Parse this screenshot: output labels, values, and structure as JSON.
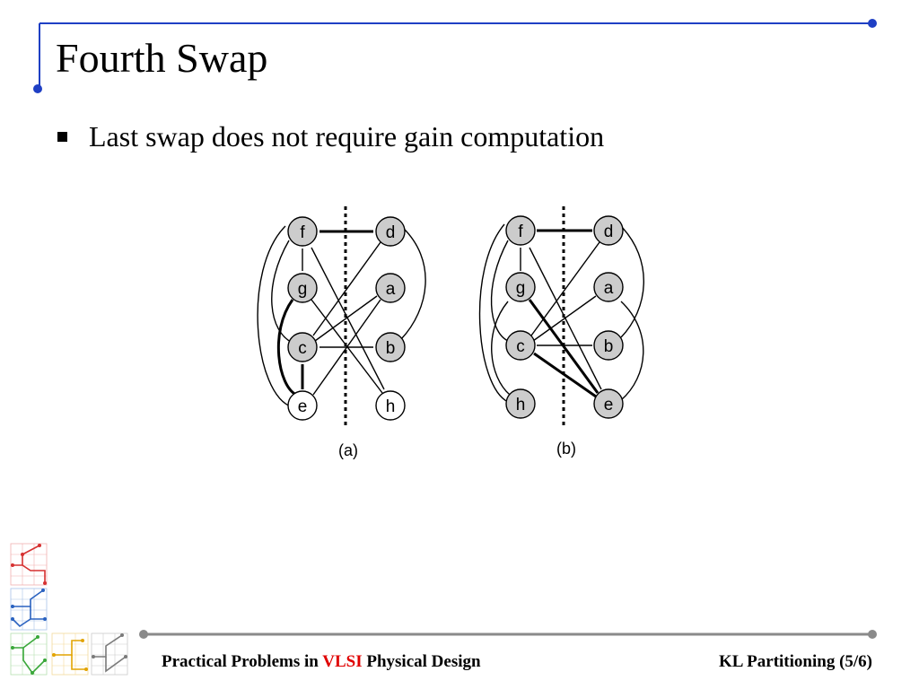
{
  "slide": {
    "title": "Fourth Swap",
    "bullets": [
      "Last swap does not require gain computation"
    ]
  },
  "footer": {
    "left_prefix": "Practical Problems in ",
    "left_highlight": "VLSI",
    "left_suffix": " Physical Design",
    "right": "KL Partitioning (5/6)"
  },
  "colors": {
    "accent_blue": "#1f3fc4",
    "footer_line_gray": "#8a8a8a",
    "node_fill_gray": "#cccccc",
    "vlsi_red": "#e00000"
  },
  "diagrams": [
    {
      "caption": "(a)",
      "nodes": [
        {
          "label": "f",
          "shaded": true
        },
        {
          "label": "d",
          "shaded": true
        },
        {
          "label": "g",
          "shaded": true
        },
        {
          "label": "a",
          "shaded": true
        },
        {
          "label": "c",
          "shaded": true
        },
        {
          "label": "b",
          "shaded": true
        },
        {
          "label": "e",
          "shaded": false
        },
        {
          "label": "h",
          "shaded": false
        }
      ]
    },
    {
      "caption": "(b)",
      "nodes": [
        {
          "label": "f",
          "shaded": true
        },
        {
          "label": "d",
          "shaded": true
        },
        {
          "label": "g",
          "shaded": true
        },
        {
          "label": "a",
          "shaded": true
        },
        {
          "label": "c",
          "shaded": true
        },
        {
          "label": "b",
          "shaded": true
        },
        {
          "label": "h",
          "shaded": true
        },
        {
          "label": "e",
          "shaded": true
        }
      ]
    }
  ]
}
